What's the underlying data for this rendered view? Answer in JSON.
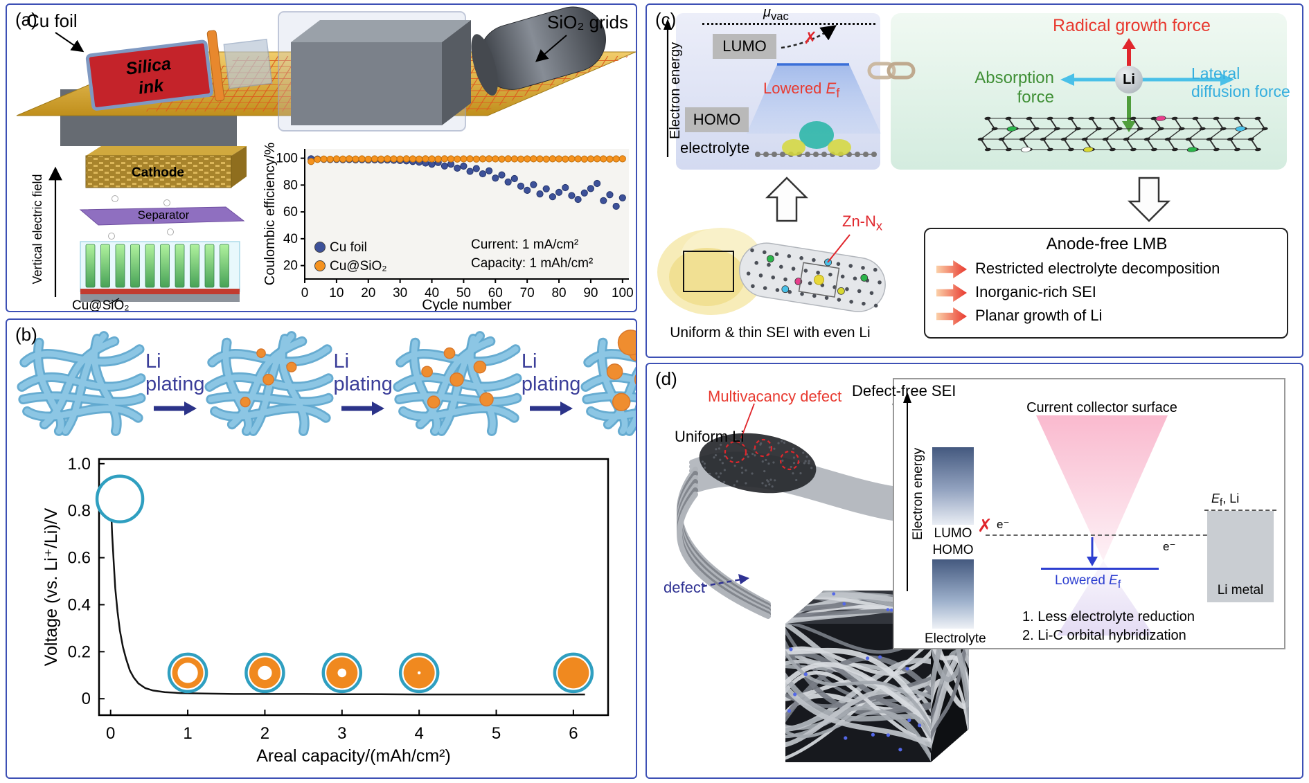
{
  "colors": {
    "panel_border": "#3d50b5",
    "accent_red": "#e8392f",
    "force_green": "#3f8f35",
    "force_blue": "#35aede",
    "fiber_blue": "#6fb2d6",
    "li_orange": "#ef8d2f",
    "cu_foil_series": "#3d5199",
    "cu_sio2_series": "#f5921e",
    "defect_navy": "#2e3192",
    "lowered_ef_blue": "#2d3fd0"
  },
  "marks": {
    "cross": "✗"
  },
  "figure": {
    "panel_a": {
      "label": "(a)",
      "cu_foil": "Cu foil",
      "sio2_grids": "SiO₂ grids",
      "silica_ink_line1": "Silica",
      "silica_ink_line2": "ink",
      "inset": {
        "field_label": "Vertical electric field",
        "cathode": "Cathode",
        "separator": "Separator",
        "electrode": "Cu@SiO₂"
      }
    },
    "panel_b": {
      "label": "(b)",
      "plating_label": "Li plating"
    },
    "panel_c": {
      "label": "(c)",
      "axis_label": "Electron energy",
      "mu_vac_html": "<i>μ</i><sub>vac</sub>",
      "lumo": "LUMO",
      "homo": "HOMO",
      "electrolyte": "electrolyte",
      "lowered_ef_html": "Lowered <i>E</i><sub>f</sub>",
      "radical_force": "Radical growth force",
      "li_ball": "Li",
      "absorption_force": "Absorption force",
      "lateral_force": "Lateral diffusion force",
      "zn_nx_html": "Zn-N<sub>x</sub>",
      "sei_caption": "Uniform & thin SEI with even Li",
      "lmb_title": "Anode-free LMB",
      "lmb_items": [
        "Restricted electrolyte decomposition",
        "Inorganic-rich SEI",
        "Planar growth of Li"
      ]
    },
    "panel_d": {
      "label": "(d)",
      "multivacancy": "Multivacancy defect",
      "defect_free_sei": "Defect-free SEI",
      "uniform_li": "Uniform Li",
      "defect": "defect",
      "inset": {
        "axis_label": "Electron energy",
        "title": "Current collector surface",
        "lumo": "LUMO",
        "homo": "HOMO",
        "electrolyte": "Electrolyte",
        "electron": "e⁻",
        "ef_li_html": "<i>E</i><sub>f</sub>, Li",
        "li_metal": "Li metal",
        "lowered_ef_html": "Lowered <i>E</i><sub>f</sub>",
        "notes": [
          "1. Less electrolyte reduction",
          "2. Li-C orbital hybridization"
        ]
      }
    }
  },
  "chart_data": [
    {
      "id": "coulombic_efficiency",
      "type": "scatter",
      "title": "",
      "xlabel": "Cycle number",
      "ylabel": "Coulombic efficiency/%",
      "xlim": [
        0,
        102
      ],
      "ylim": [
        10,
        107
      ],
      "xticks": [
        0,
        10,
        20,
        30,
        40,
        50,
        60,
        70,
        80,
        90,
        100
      ],
      "yticks": [
        20,
        40,
        60,
        80,
        100
      ],
      "legend_position": "lower-left",
      "annotation": [
        "Current: 1 mA/cm²",
        "Capacity: 1 mAh/cm²"
      ],
      "series": [
        {
          "name": "Cu foil",
          "color": "#3d5199",
          "edge": "#26376e",
          "points": [
            [
              2,
              99.6
            ],
            [
              4,
              99.4
            ],
            [
              6,
              99.2
            ],
            [
              8,
              99.0
            ],
            [
              10,
              99.1
            ],
            [
              12,
              98.9
            ],
            [
              14,
              99.0
            ],
            [
              16,
              98.8
            ],
            [
              18,
              98.9
            ],
            [
              20,
              98.7
            ],
            [
              22,
              98.8
            ],
            [
              24,
              98.6
            ],
            [
              26,
              98.7
            ],
            [
              28,
              98.5
            ],
            [
              30,
              98.3
            ],
            [
              32,
              98.0
            ],
            [
              34,
              97.6
            ],
            [
              36,
              97.1
            ],
            [
              38,
              96.4
            ],
            [
              40,
              95.6
            ],
            [
              42,
              96.8
            ],
            [
              44,
              94.2
            ],
            [
              46,
              95.6
            ],
            [
              48,
              92.6
            ],
            [
              50,
              94.1
            ],
            [
              52,
              90.2
            ],
            [
              54,
              92.3
            ],
            [
              56,
              88.4
            ],
            [
              58,
              90.6
            ],
            [
              60,
              85.2
            ],
            [
              62,
              87.6
            ],
            [
              64,
              82.3
            ],
            [
              66,
              84.8
            ],
            [
              68,
              79.2
            ],
            [
              70,
              76.1
            ],
            [
              72,
              80.3
            ],
            [
              74,
              73.4
            ],
            [
              76,
              77.2
            ],
            [
              78,
              71.3
            ],
            [
              80,
              74.6
            ],
            [
              82,
              78.1
            ],
            [
              84,
              72.2
            ],
            [
              86,
              69.3
            ],
            [
              88,
              74.1
            ],
            [
              90,
              77.4
            ],
            [
              92,
              81.2
            ],
            [
              94,
              68.4
            ],
            [
              96,
              72.8
            ],
            [
              98,
              64.2
            ],
            [
              100,
              70.5
            ]
          ]
        },
        {
          "name": "Cu@SiO₂",
          "color": "#f5921e",
          "edge": "#c2700c",
          "points": [
            [
              2,
              97.6
            ],
            [
              4,
              99.1
            ],
            [
              6,
              99.4
            ],
            [
              8,
              99.3
            ],
            [
              10,
              99.5
            ],
            [
              12,
              99.4
            ],
            [
              14,
              99.6
            ],
            [
              16,
              99.4
            ],
            [
              18,
              99.5
            ],
            [
              20,
              99.3
            ],
            [
              22,
              99.5
            ],
            [
              24,
              99.4
            ],
            [
              26,
              99.6
            ],
            [
              28,
              99.5
            ],
            [
              30,
              99.4
            ],
            [
              32,
              99.6
            ],
            [
              34,
              99.5
            ],
            [
              36,
              99.4
            ],
            [
              38,
              99.6
            ],
            [
              40,
              99.5
            ],
            [
              42,
              99.4
            ],
            [
              44,
              99.6
            ],
            [
              46,
              99.5
            ],
            [
              48,
              99.4
            ],
            [
              50,
              99.5
            ],
            [
              52,
              99.6
            ],
            [
              54,
              99.4
            ],
            [
              56,
              99.5
            ],
            [
              58,
              99.6
            ],
            [
              60,
              99.5
            ],
            [
              62,
              99.4
            ],
            [
              64,
              99.6
            ],
            [
              66,
              99.5
            ],
            [
              68,
              99.4
            ],
            [
              70,
              99.5
            ],
            [
              72,
              99.6
            ],
            [
              74,
              99.5
            ],
            [
              76,
              99.4
            ],
            [
              78,
              99.6
            ],
            [
              80,
              99.5
            ],
            [
              82,
              99.4
            ],
            [
              84,
              99.6
            ],
            [
              86,
              99.5
            ],
            [
              88,
              99.4
            ],
            [
              90,
              99.5
            ],
            [
              92,
              99.6
            ],
            [
              94,
              99.5
            ],
            [
              96,
              99.4
            ],
            [
              98,
              99.5
            ],
            [
              100,
              99.6
            ]
          ]
        }
      ]
    },
    {
      "id": "voltage_profile",
      "type": "line",
      "xlabel": "Areal capacity/(mAh/cm²)",
      "ylabel": "Voltage (vs. Li⁺/Li)/V",
      "xlim": [
        -0.15,
        6.45
      ],
      "ylim": [
        -0.07,
        1.02
      ],
      "xticks": [
        0,
        1,
        2,
        3,
        4,
        5,
        6
      ],
      "yticks": [
        0,
        0.2,
        0.4,
        0.6,
        0.8,
        1.0
      ],
      "ytick_labels": [
        "0",
        "0.2",
        "0.4",
        "0.6",
        "0.8",
        "1.0"
      ],
      "marker_ring": "#2f9fc0",
      "marker_fill": "#f0891f",
      "line": [
        [
          0,
          0.85
        ],
        [
          0.01,
          0.78
        ],
        [
          0.02,
          0.7
        ],
        [
          0.04,
          0.58
        ],
        [
          0.06,
          0.47
        ],
        [
          0.09,
          0.37
        ],
        [
          0.12,
          0.29
        ],
        [
          0.16,
          0.22
        ],
        [
          0.2,
          0.17
        ],
        [
          0.25,
          0.12
        ],
        [
          0.3,
          0.09
        ],
        [
          0.36,
          0.065
        ],
        [
          0.45,
          0.045
        ],
        [
          0.55,
          0.035
        ],
        [
          0.7,
          0.028
        ],
        [
          0.9,
          0.024
        ],
        [
          1.2,
          0.022
        ],
        [
          1.6,
          0.02
        ],
        [
          2.0,
          0.02
        ],
        [
          2.5,
          0.02
        ],
        [
          3.0,
          0.019
        ],
        [
          3.5,
          0.019
        ],
        [
          4.0,
          0.018
        ],
        [
          4.5,
          0.018
        ],
        [
          5.0,
          0.018
        ],
        [
          5.5,
          0.018
        ],
        [
          6.15,
          0.018
        ]
      ],
      "markers": [
        {
          "x": 0.12,
          "y": 0.85,
          "r": 33,
          "fill": 0
        },
        {
          "x": 1,
          "y": 0.11,
          "r": 27,
          "fill": 0.35
        },
        {
          "x": 2,
          "y": 0.11,
          "r": 27,
          "fill": 0.55
        },
        {
          "x": 3,
          "y": 0.11,
          "r": 27,
          "fill": 0.72
        },
        {
          "x": 4,
          "y": 0.11,
          "r": 27,
          "fill": 0.9
        },
        {
          "x": 6,
          "y": 0.11,
          "r": 27,
          "fill": 1
        }
      ]
    }
  ]
}
